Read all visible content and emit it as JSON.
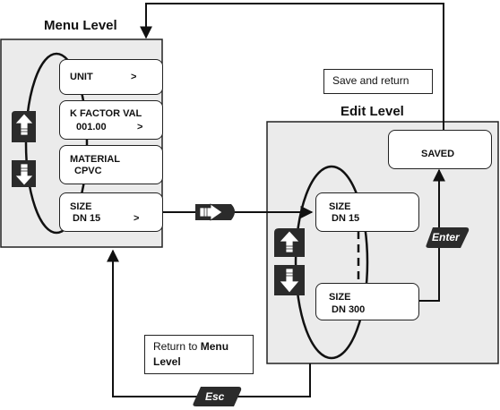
{
  "menu_level": {
    "title": "Menu Level",
    "items": [
      {
        "line1": "UNIT",
        "arrow": ">"
      },
      {
        "line1": "K FACTOR VAL",
        "line2": "001.00",
        "arrow": ">"
      },
      {
        "line1": "MATERIAL",
        "line2": "CPVC"
      },
      {
        "line1": "SIZE",
        "line2": "DN 15",
        "arrow": ">"
      }
    ]
  },
  "edit_level": {
    "title": "Edit Level",
    "options": [
      {
        "line1": "SIZE",
        "line2": "DN 15"
      },
      {
        "line1": "SIZE",
        "line2": "DN 300"
      }
    ],
    "saved_label": "SAVED"
  },
  "notes": {
    "save_and_return": "Save and return",
    "return_prefix": "Return to ",
    "return_bold": "Menu",
    "return_line2": "Level"
  },
  "keys": {
    "enter": "Enter",
    "esc": "Esc"
  },
  "icons": [
    "up-arrow-key-icon",
    "down-arrow-key-icon",
    "right-arrow-key-icon",
    "enter-key-icon",
    "esc-key-icon"
  ],
  "colors": {
    "panel_fill": "#ebebeb",
    "key_fill": "#2b2b2b",
    "line": "#111111"
  }
}
